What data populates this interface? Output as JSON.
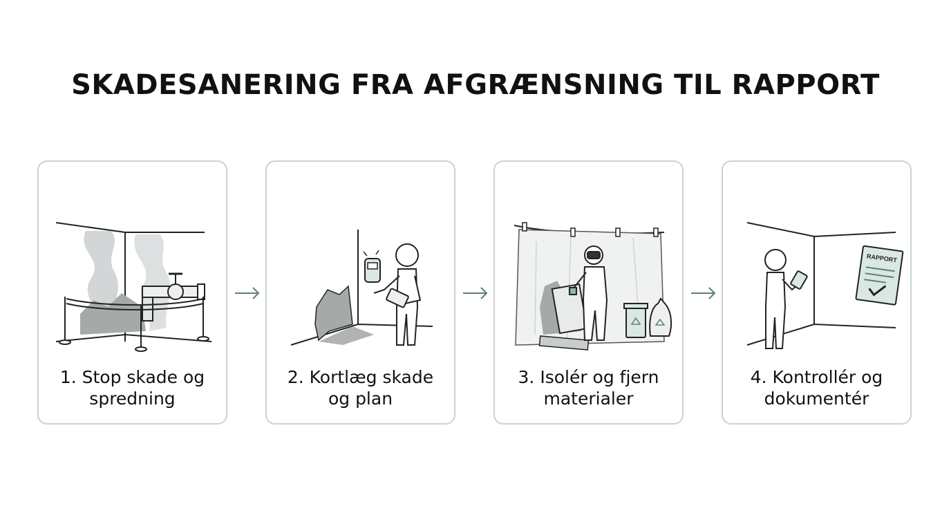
{
  "title": "SKADESANERING FRA AFGRÆNSNING TIL RAPPORT",
  "steps": [
    {
      "line1": "1. Stop skade og",
      "line2": "spredning"
    },
    {
      "line1": "2. Kortlæg skade",
      "line2": "og plan"
    },
    {
      "line1": "3. Isolér og fjern",
      "line2": "materialer"
    },
    {
      "line1": "4. Kontrollér og",
      "line2": "dokumentér"
    }
  ],
  "report_label": "RAPPORT",
  "colors": {
    "border": "#c9d3d1",
    "arrow": "#5f7c80",
    "accent": "#d9e8e0",
    "smoke": "#c8cccc"
  },
  "icons": [
    "water-valve-icon",
    "moisture-meter-icon",
    "recycle-icon",
    "report-document-icon",
    "arrow-right-icon"
  ]
}
